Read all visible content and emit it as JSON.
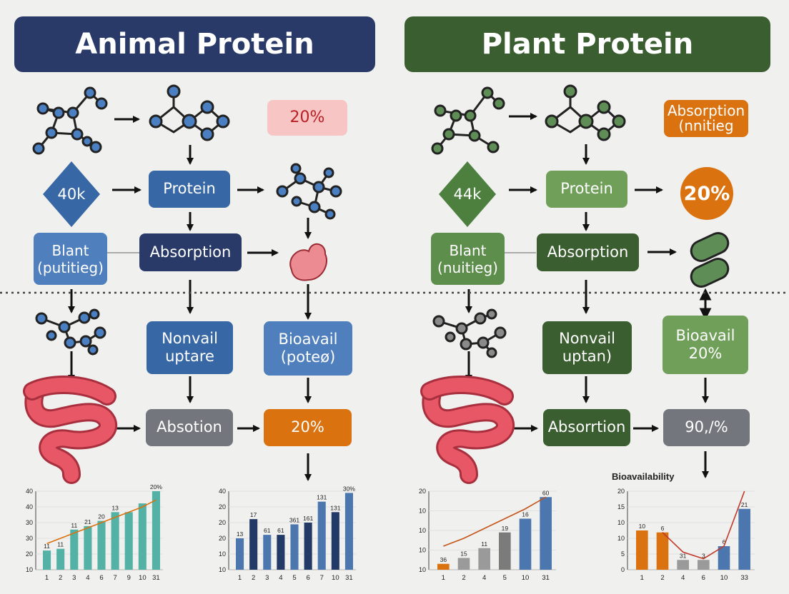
{
  "animal": {
    "title": "Animal Protein",
    "percent_tag": "20%",
    "diamond": "40k",
    "protein": "Protein",
    "plant_label": "Blant\n(putitieg)",
    "absorption": "Absorption",
    "nonvail": "Nonvail\nuptare",
    "bioavail": "Bioavail\n(poteø)",
    "absotion": "Absotion",
    "result": "20%"
  },
  "plant": {
    "title": "Plant Protein",
    "absorption_tag": "Absorption\n(nnitieg",
    "diamond": "44k",
    "protein": "Protein",
    "circle": "20%",
    "plant_label": "Blant\n(nuitieg)",
    "absorption": "Absorption",
    "nonvail": "Nonvail\nuptan)",
    "bioavail": "Bioavail\n20%",
    "absorption2": "Absorrtion",
    "result": "90,/%"
  },
  "colors": {
    "animal_dark": "#293a68",
    "animal_mid": "#3767a4",
    "animal_light": "#4f7fbc",
    "plant_dark": "#3b5e30",
    "plant_mid": "#5d8e4c",
    "plant_light": "#6f9f58",
    "orange": "#d9720f",
    "gray": "#73767c",
    "pink": "#f7c6c4",
    "intestine": "#e75766",
    "teal": "#53b1a6",
    "navy": "#243a66",
    "steel": "#4b77ae"
  },
  "chart_data": [
    {
      "type": "bar",
      "title": "",
      "yticks": [
        "40",
        "40",
        "30",
        "30",
        "20",
        "10"
      ],
      "categories": [
        "1",
        "2",
        "3",
        "4",
        "6",
        "7",
        "9",
        "10",
        "31"
      ],
      "series": [
        {
          "values": [
            11,
            12,
            23,
            25,
            28,
            33,
            33,
            38,
            45
          ]
        }
      ],
      "bar_labels": [
        "11",
        "11",
        "11",
        "21",
        "20",
        "13",
        "",
        "",
        "20%"
      ],
      "trend": [
        15,
        18,
        21,
        24,
        27,
        30,
        33,
        36,
        40
      ],
      "ylim": [
        0,
        45
      ]
    },
    {
      "type": "bar",
      "title": "",
      "yticks": [
        "40",
        "20",
        "20",
        "20",
        "10",
        "10"
      ],
      "categories": [
        "1",
        "2",
        "3",
        "4",
        "5",
        "6",
        "7",
        "10",
        "31"
      ],
      "series": [
        {
          "values": [
            18,
            29,
            20,
            20,
            26,
            27,
            39,
            33,
            44
          ]
        }
      ],
      "bar_labels": [
        "13",
        "17",
        "61",
        "61",
        "361",
        "161",
        "131",
        "131",
        "30%"
      ],
      "ylim": [
        0,
        45
      ]
    },
    {
      "type": "bar",
      "title": "",
      "yticks": [
        "20",
        "10",
        "10",
        "10",
        "10"
      ],
      "categories": [
        "1",
        "2",
        "4",
        "5",
        "10",
        "31"
      ],
      "series": [
        {
          "values": [
            3,
            6,
            11,
            19,
            26,
            37
          ]
        }
      ],
      "bar_labels": [
        "36",
        "15",
        "11",
        "19",
        "16",
        "60"
      ],
      "trend": [
        12,
        16,
        21,
        26,
        31,
        37
      ],
      "ylim": [
        0,
        40
      ]
    },
    {
      "type": "bar",
      "title": "Bioavailability",
      "yticks": [
        "20",
        "15",
        "10",
        "10",
        "5",
        "0"
      ],
      "categories": [
        "1",
        "2",
        "4",
        "6",
        "10",
        "33"
      ],
      "series": [
        {
          "values": [
            10,
            9.5,
            2.5,
            2.5,
            6,
            15.5
          ]
        }
      ],
      "bar_labels": [
        "10",
        "6",
        "31",
        "3",
        "6",
        "21"
      ],
      "trend": [
        null,
        9.5,
        4.5,
        2.8,
        6,
        20
      ],
      "ylim": [
        0,
        20
      ]
    }
  ]
}
